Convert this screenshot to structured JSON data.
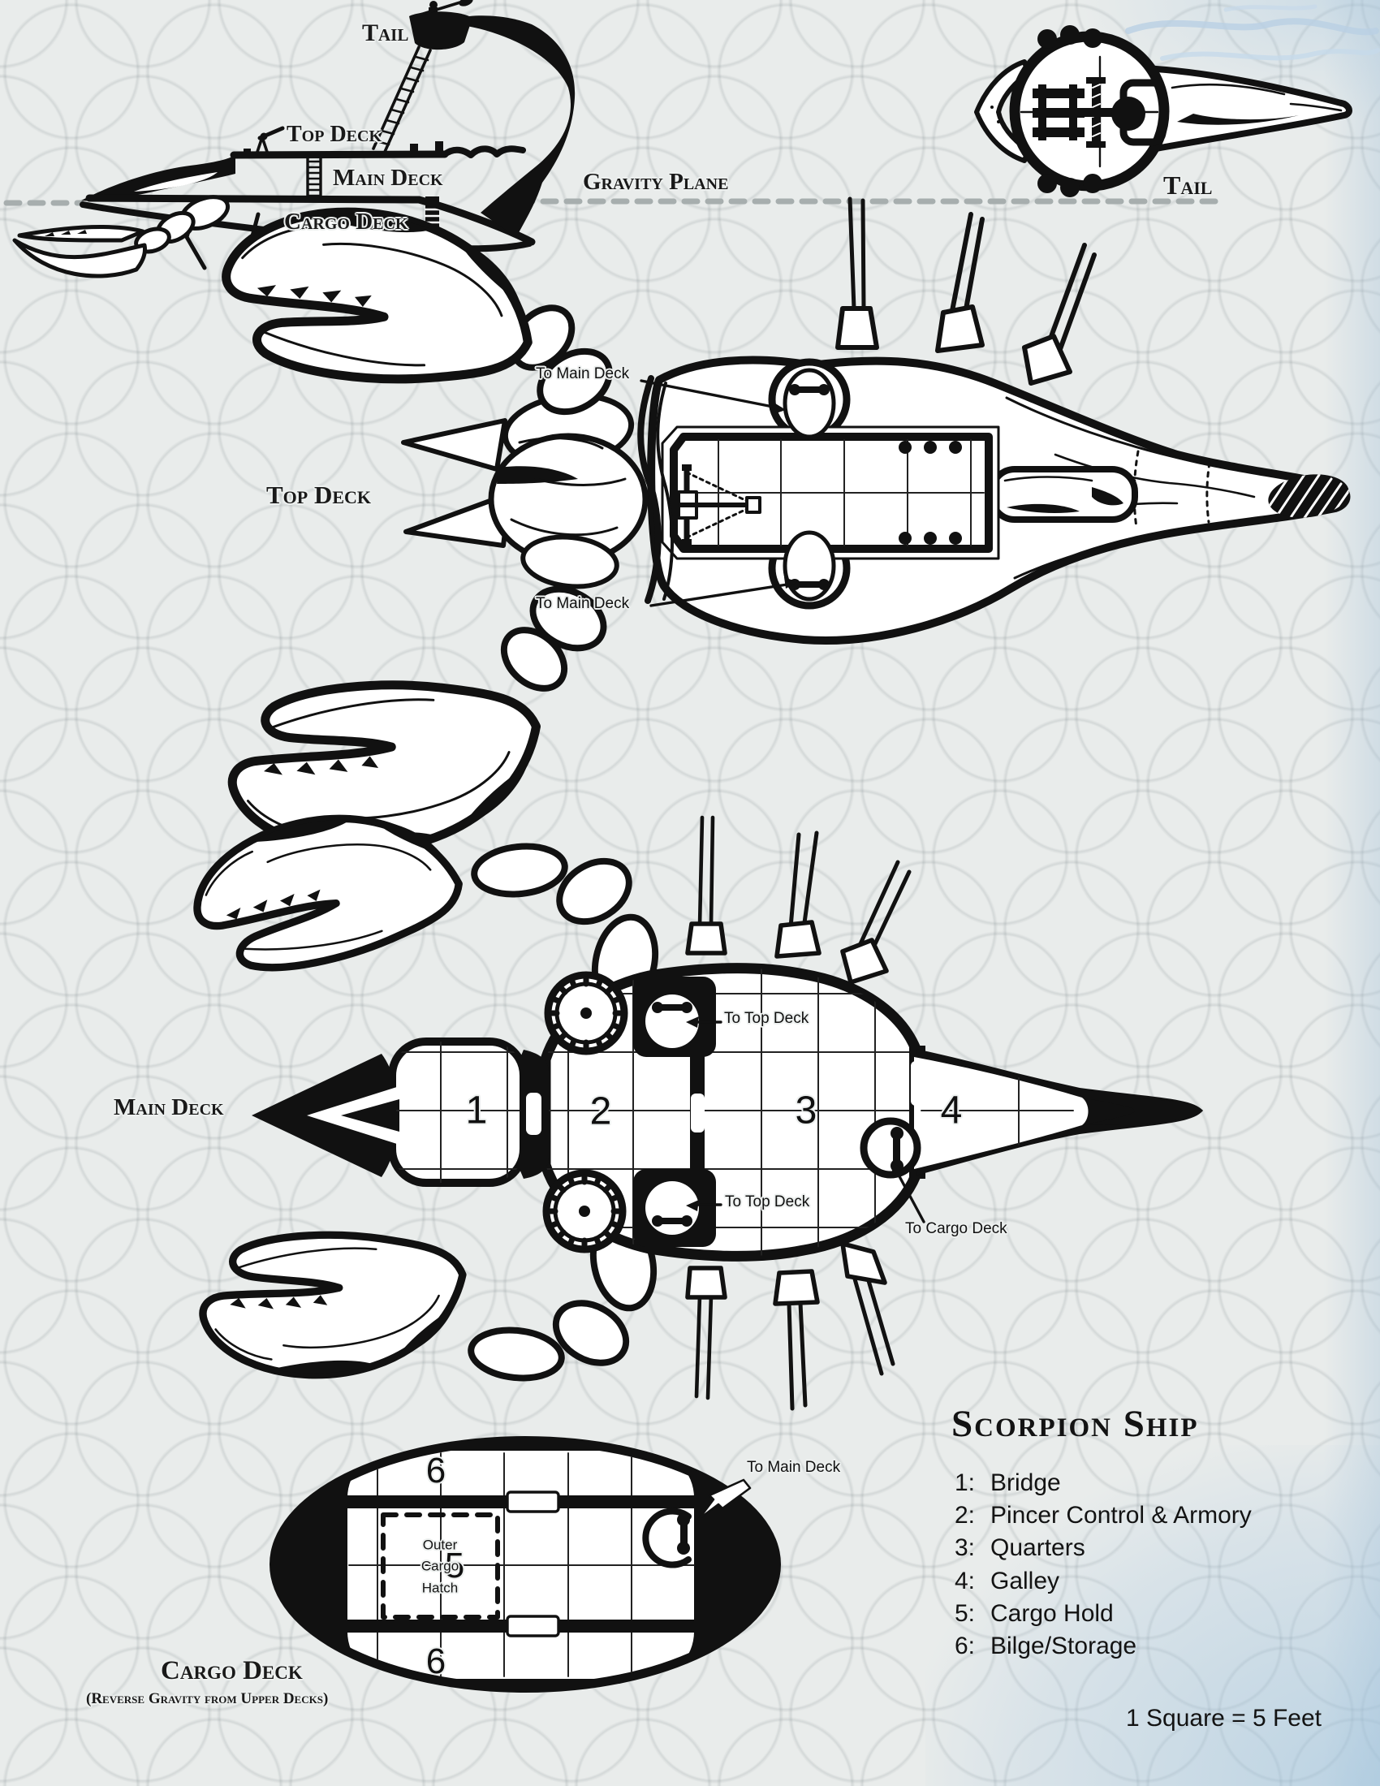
{
  "side_view": {
    "tail_label": "Tail",
    "top_deck_label": "Top Deck",
    "main_deck_label": "Main Deck",
    "cargo_deck_label": "Cargo Deck",
    "gravity_plane_label": "Gravity Plane"
  },
  "tail_view": {
    "label": "Tail"
  },
  "top_deck_view": {
    "label": "Top Deck",
    "hatch_top_label": "To Main Deck",
    "hatch_bottom_label": "To Main Deck"
  },
  "main_deck_view": {
    "label": "Main Deck",
    "hatch_top_label": "To Top Deck",
    "hatch_bottom_label": "To Top Deck",
    "hatch_cargo_label": "To Cargo Deck",
    "room_numbers": [
      "1",
      "2",
      "3",
      "4"
    ]
  },
  "cargo_deck_view": {
    "label": "Cargo Deck",
    "sub_label": "(Reverse Gravity from Upper Decks)",
    "hatch_label": "To Main Deck",
    "outer_cargo_hatch_label_1": "Outer",
    "outer_cargo_hatch_label_2": "Cargo",
    "outer_cargo_hatch_label_3": "Hatch",
    "room_numbers": [
      "6",
      "5",
      "6"
    ]
  },
  "legend": {
    "title": "Scorpion Ship",
    "items": [
      {
        "num": "1:",
        "name": "Bridge"
      },
      {
        "num": "2:",
        "name": "Pincer Control & Armory"
      },
      {
        "num": "3:",
        "name": "Quarters"
      },
      {
        "num": "4:",
        "name": "Galley"
      },
      {
        "num": "5:",
        "name": "Cargo Hold"
      },
      {
        "num": "6:",
        "name": "Bilge/Storage"
      }
    ],
    "scale_note": "1 Square = 5 Feet"
  }
}
